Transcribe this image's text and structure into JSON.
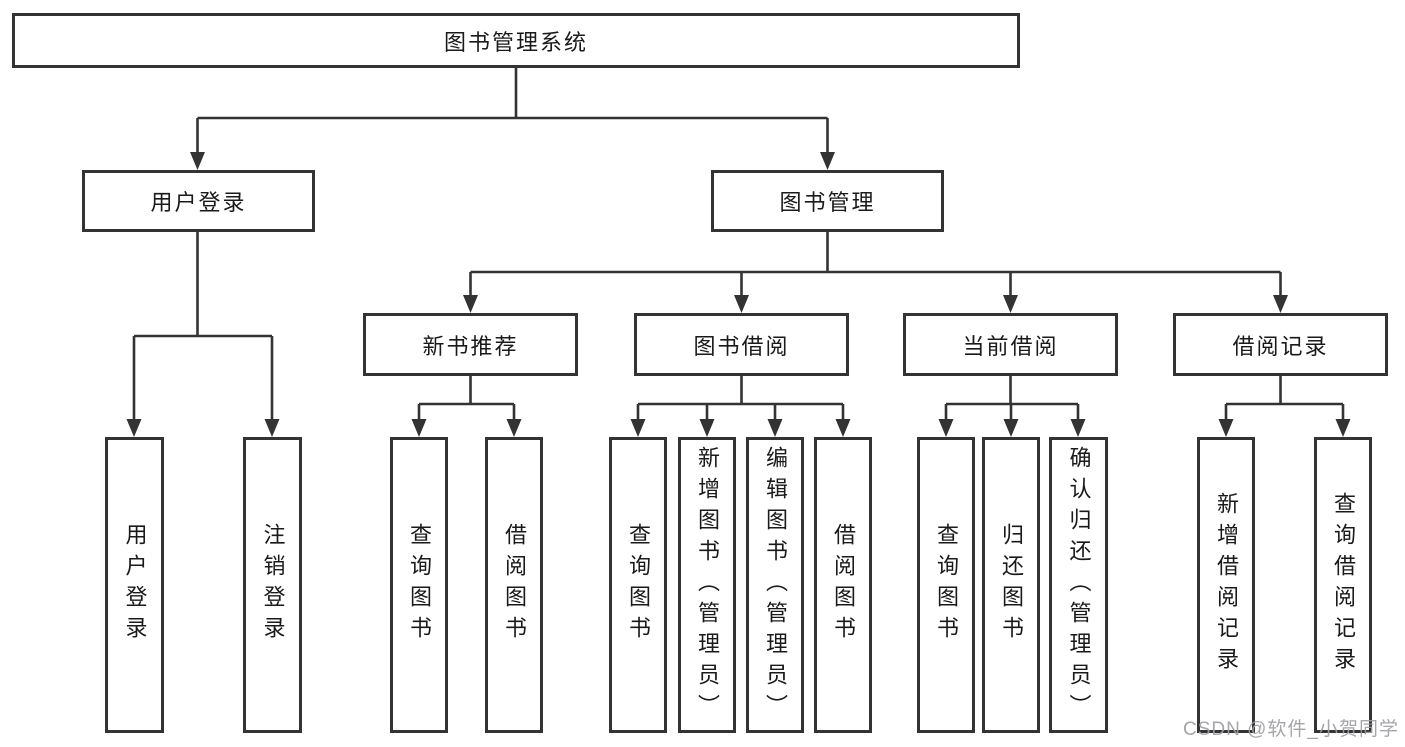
{
  "root_label": "图书管理系统",
  "level2": {
    "user_login": "用户登录",
    "book_management": "图书管理"
  },
  "level3": {
    "new_book": "新书推荐",
    "book_borrow": "图书借阅",
    "current_borrow": "当前借阅",
    "borrow_record": "借阅记录"
  },
  "leaves": {
    "user_login": [
      "用户登录",
      "注销登录"
    ],
    "new_book": [
      "查询图书",
      "借阅图书"
    ],
    "book_borrow": [
      "查询图书",
      "新增图书（管理员）",
      "编辑图书（管理员）",
      "借阅图书"
    ],
    "current_borrow": [
      "查询图书",
      "归还图书",
      "确认归还（管理员）"
    ],
    "borrow_record": [
      "新增借阅记录",
      "查询借阅记录"
    ]
  },
  "watermark": "CSDN @软件_小贺同学",
  "colors": {
    "line": "#333333",
    "text": "#1a1a1a",
    "watermark": "#9e9ea3",
    "background": "#ffffff"
  }
}
